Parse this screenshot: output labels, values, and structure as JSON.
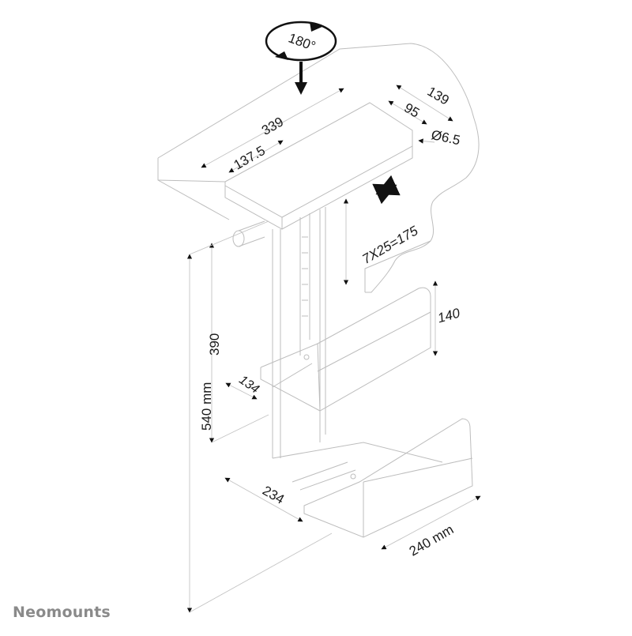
{
  "diagram": {
    "subject": "Under-desk PC mount dimensional drawing",
    "rotation_label": "180°",
    "dimensions": {
      "desk_plate_length": "339",
      "plate_offset": "137.5",
      "plate_width_outer": "139",
      "plate_width_inner": "95",
      "hole_diameter": "Ø6.5",
      "height_adjust": "7X25=175",
      "side_plate_height": "140",
      "upper_height": "390",
      "bracket_depth": "134",
      "total_height": "540 mm",
      "base_depth": "234",
      "base_width": "240 mm"
    },
    "colors": {
      "line": "#bdbdbd",
      "text": "#1a1a1a",
      "arrow": "#111111",
      "brand": "#8a8a8a"
    }
  },
  "brand": {
    "name": "Neomounts"
  }
}
